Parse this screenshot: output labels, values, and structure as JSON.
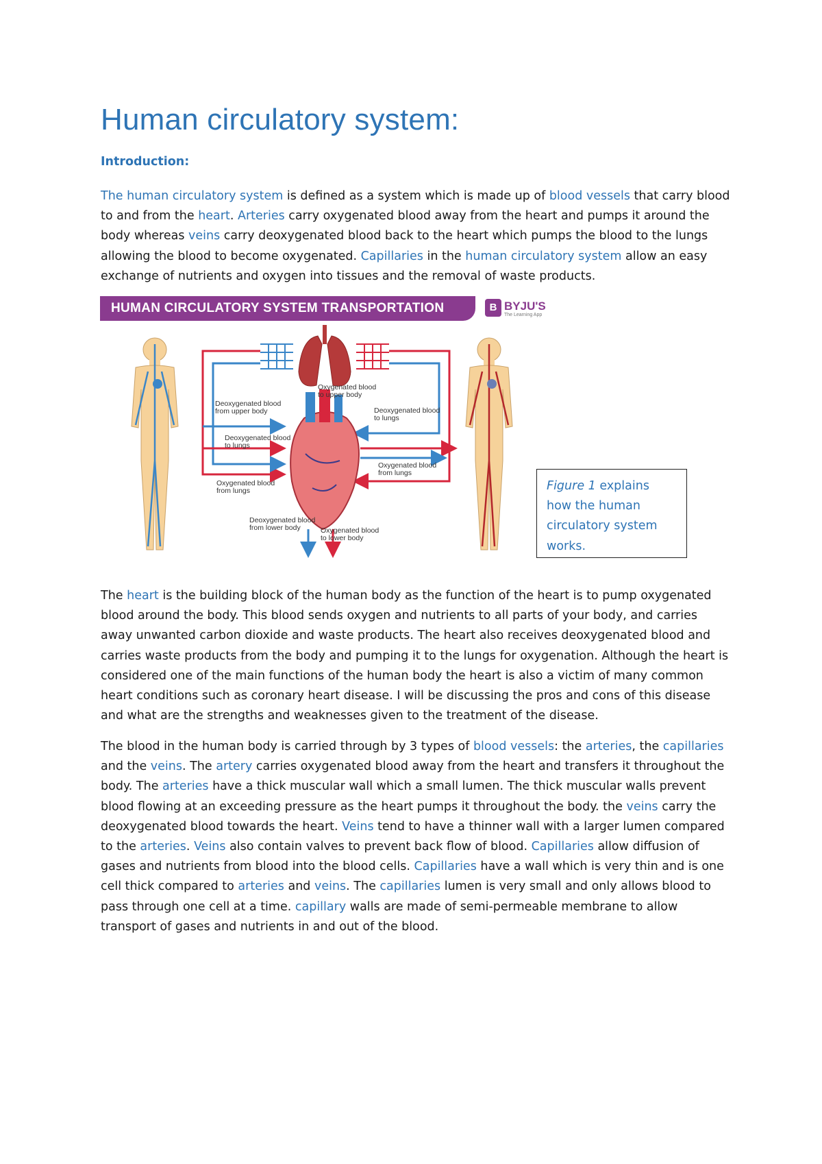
{
  "title": "Human circulatory system:",
  "intro_heading": "Introduction:",
  "paragraph1": [
    {
      "t": "The human circulatory system",
      "c": "term"
    },
    {
      "t": " is defined as a system which is made up of "
    },
    {
      "t": "blood vessels",
      "c": "term"
    },
    {
      "t": " that carry blood to and from the "
    },
    {
      "t": "heart",
      "c": "term"
    },
    {
      "t": ". "
    },
    {
      "t": "Arteries",
      "c": "term"
    },
    {
      "t": " carry oxygenated blood away from the heart and pumps it around the body  whereas "
    },
    {
      "t": "veins",
      "c": "term"
    },
    {
      "t": " carry deoxygenated blood back to the heart which pumps the blood to the lungs allowing the blood to become oxygenated. "
    },
    {
      "t": "Capillaries",
      "c": "term"
    },
    {
      "t": " in the "
    },
    {
      "t": "human circulatory system",
      "c": "term"
    },
    {
      "t": " allow an easy exchange of nutrients and oxygen into tissues and the removal of waste products."
    }
  ],
  "figure": {
    "banner": "HUMAN CIRCULATORY SYSTEM TRANSPORTATION",
    "brand_name": "BYJU'S",
    "brand_tag": "The Learning App",
    "labels": {
      "oxy_upper": "Oxygenated blood to upper body",
      "deoxy_upper": "Deoxygenated blood from upper body",
      "deoxy_lungs_right": "Deoxygenated blood to lungs",
      "deoxy_lungs_left": "Deoxygenated blood to lungs",
      "oxy_from_lungs_right": "Oxygenated blood from lungs",
      "oxy_from_lungs_left": "Oxygenated blood from lungs",
      "deoxy_lower": "Deoxygenated blood from lower body",
      "oxy_lower": "Oxygenated blood to lower body"
    },
    "colors": {
      "artery": "#d7263d",
      "vein": "#3a86c8",
      "body": "#f6d29a",
      "banner": "#8a3b8f"
    }
  },
  "caption": {
    "fig_ref": "Figure 1",
    "rest": " explains how the human circulatory system works."
  },
  "paragraph2": [
    {
      "t": "The "
    },
    {
      "t": "heart",
      "c": "term"
    },
    {
      "t": " is the building block of the human body as the function of the heart is to pump oxygenated blood around the body. This blood sends oxygen and nutrients to all parts of your body, and carries away unwanted carbon dioxide and waste products. The heart also receives deoxygenated blood and carries waste products from the body and pumping it to the lungs for oxygenation. Although the heart is considered one of the main functions of the human body the heart is also a victim of many common heart conditions such as coronary heart disease. I will be discussing the pros and cons of this disease and what are the strengths and weaknesses given to the treatment of the disease."
    }
  ],
  "paragraph3": [
    {
      "t": "The blood in the human body is carried through by 3 types of "
    },
    {
      "t": "blood vessels",
      "c": "term"
    },
    {
      "t": ": the "
    },
    {
      "t": "arteries",
      "c": "term"
    },
    {
      "t": ", the "
    },
    {
      "t": "capillaries",
      "c": "term"
    },
    {
      "t": " and the "
    },
    {
      "t": "veins",
      "c": "term"
    },
    {
      "t": ". The "
    },
    {
      "t": "artery",
      "c": "term"
    },
    {
      "t": " carries oxygenated blood away from the heart and transfers it throughout the body. The "
    },
    {
      "t": "arteries",
      "c": "term"
    },
    {
      "t": " have a thick muscular wall which a small lumen. The thick muscular walls prevent blood flowing at an exceeding pressure as the heart pumps it throughout the body. the "
    },
    {
      "t": "veins",
      "c": "term"
    },
    {
      "t": " carry the deoxygenated blood towards the heart. "
    },
    {
      "t": "Veins",
      "c": "term"
    },
    {
      "t": " tend to have a thinner wall with a larger lumen compared to the "
    },
    {
      "t": "arteries",
      "c": "term"
    },
    {
      "t": ". "
    },
    {
      "t": "Veins",
      "c": "term"
    },
    {
      "t": " also contain valves to prevent back flow of blood. "
    },
    {
      "t": "Capillaries",
      "c": "term"
    },
    {
      "t": " allow diffusion of gases and nutrients from blood into the blood cells. "
    },
    {
      "t": "Capillaries",
      "c": "term"
    },
    {
      "t": " have a wall which is very thin and is one cell thick compared to "
    },
    {
      "t": "arteries",
      "c": "term"
    },
    {
      "t": " and "
    },
    {
      "t": "veins",
      "c": "term"
    },
    {
      "t": ". The "
    },
    {
      "t": "capillaries",
      "c": "term"
    },
    {
      "t": " lumen is very small and only allows blood to pass through one cell at a time. "
    },
    {
      "t": "capillary",
      "c": "term"
    },
    {
      "t": " walls are made of semi-permeable membrane to allow transport of gases and nutrients in and out of the blood."
    }
  ]
}
